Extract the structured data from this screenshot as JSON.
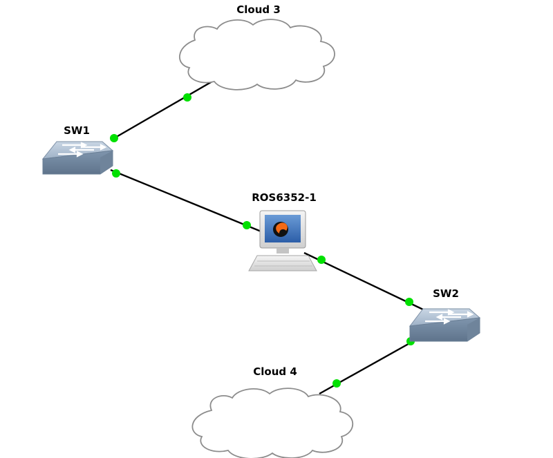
{
  "nodes": {
    "cloud3": {
      "label": "Cloud 3",
      "icon": "cloud-icon"
    },
    "sw1": {
      "label": "SW1",
      "icon": "ethernet-switch-icon"
    },
    "ros": {
      "label": "ROS6352-1",
      "icon": "qemu-vm-icon"
    },
    "sw2": {
      "label": "SW2",
      "icon": "ethernet-switch-icon"
    },
    "cloud4": {
      "label": "Cloud 4",
      "icon": "cloud-icon"
    }
  },
  "links": [
    {
      "from": "SW1",
      "to": "Cloud 3"
    },
    {
      "from": "SW1",
      "to": "ROS6352-1"
    },
    {
      "from": "ROS6352-1",
      "to": "SW2"
    },
    {
      "from": "SW2",
      "to": "Cloud 4"
    }
  ],
  "colors": {
    "link_status_up": "#00e000",
    "link_line": "#000000",
    "switch_body": "#a4b6ca"
  }
}
